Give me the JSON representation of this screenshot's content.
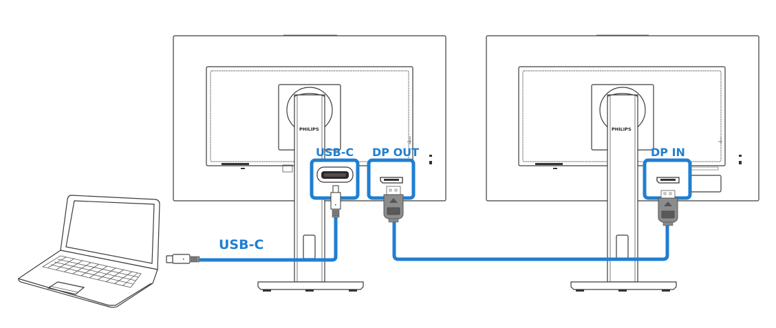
{
  "diagram": {
    "title": "Daisy-chain connection via USB-C and DisplayPort",
    "colors": {
      "accent": "#1f7fd1",
      "outline": "#3a3a3a",
      "plug": "#8c8c8c",
      "background": "#ffffff"
    },
    "devices": {
      "laptop": {
        "icon": "laptop-icon"
      },
      "monitor_left": {
        "brand": "PHILIPS",
        "icon": "monitor-rear-icon"
      },
      "monitor_right": {
        "brand": "PHILIPS",
        "icon": "monitor-rear-icon"
      }
    },
    "labels": {
      "cable_usbc": "USB-C",
      "port_usbc": "USB-C",
      "port_dp_out": "DP OUT",
      "port_dp_in": "DP IN"
    },
    "connections": [
      {
        "from": "laptop",
        "to": "monitor_left",
        "from_port": "USB-C",
        "to_port": "USB-C"
      },
      {
        "from": "monitor_left",
        "to": "monitor_right",
        "from_port": "DP OUT",
        "to_port": "DP IN"
      }
    ]
  }
}
